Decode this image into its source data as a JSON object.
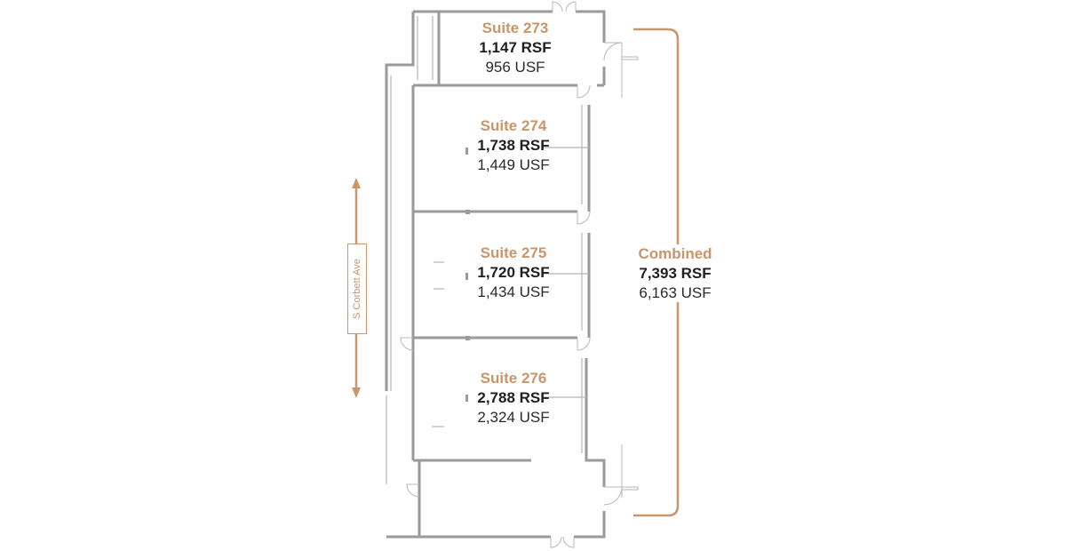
{
  "colors": {
    "accent": "#c9956a",
    "wall": "#9a9a9a",
    "text": "#1f1f1f"
  },
  "street": {
    "label": "S Corbett Ave"
  },
  "suites": [
    {
      "name": "Suite 273",
      "rsf": "1,147 RSF",
      "usf": "956 USF"
    },
    {
      "name": "Suite 274",
      "rsf": "1,738 RSF",
      "usf": "1,449 USF"
    },
    {
      "name": "Suite 275",
      "rsf": "1,720 RSF",
      "usf": "1,434 USF"
    },
    {
      "name": "Suite 276",
      "rsf": "2,788 RSF",
      "usf": "2,324 USF"
    }
  ],
  "combined": {
    "label": "Combined",
    "rsf": "7,393 RSF",
    "usf": "6,163 USF"
  }
}
